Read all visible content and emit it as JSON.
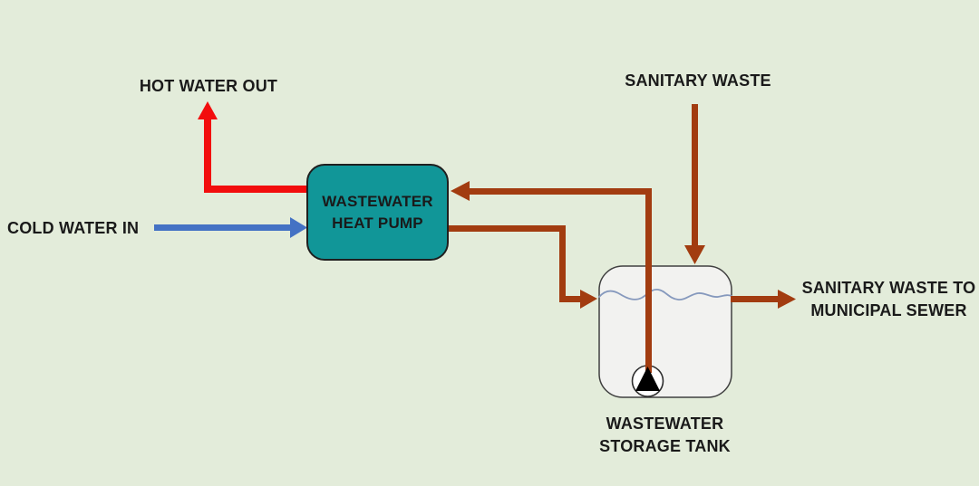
{
  "diagram": {
    "name": "wastewater-heat-pump-process-flow"
  },
  "labels": {
    "hot_water_out": "HOT WATER OUT",
    "cold_water_in": "COLD WATER IN",
    "sanitary_waste_in": "SANITARY WASTE",
    "sewer_out_line1": "SANITARY WASTE TO",
    "sewer_out_line2": "MUNICIPAL SEWER",
    "heat_pump_line1": "WASTEWATER",
    "heat_pump_line2": "HEAT PUMP",
    "tank_line1": "WASTEWATER",
    "tank_line2": "STORAGE TANK"
  },
  "colors": {
    "background": "#E3ECDA",
    "hot_water_pipe": "#F20D0D",
    "cold_water_pipe": "#4472C4",
    "wastewater_pipe": "#A23C10",
    "heat_pump_fill": "#119698",
    "heat_pump_border": "#1F1F1F",
    "tank_fill": "#F2F2F0",
    "tank_border": "#404040",
    "water_line": "#8699BD",
    "pump_fill": "#FFFFFF",
    "pump_triangle": "#000000",
    "label_text": "#1A1A1A"
  }
}
